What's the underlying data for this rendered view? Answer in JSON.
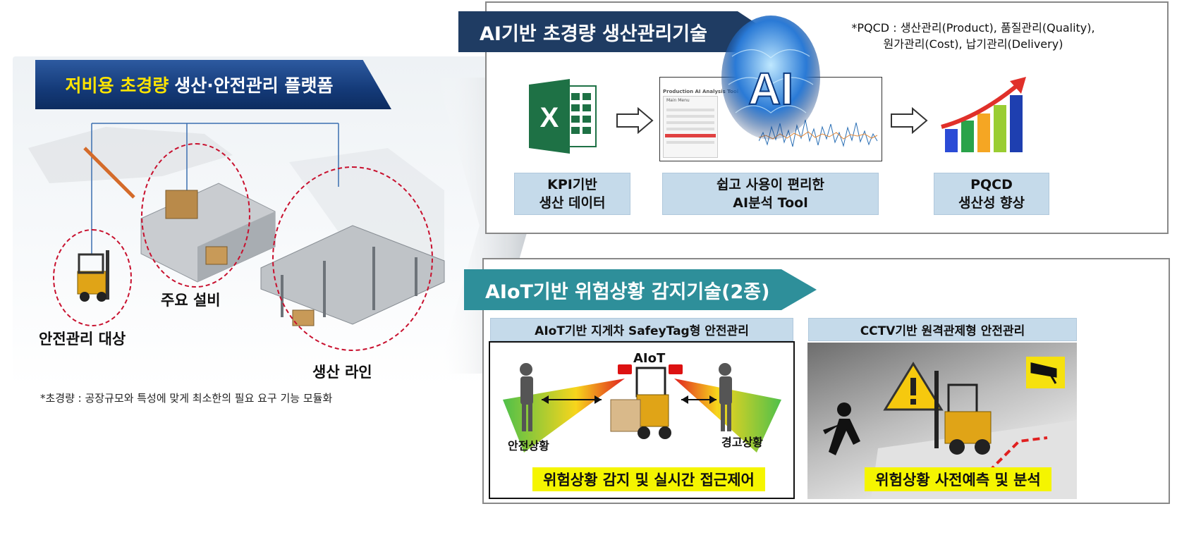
{
  "left": {
    "banner_highlight": "저비용 초경량",
    "banner_rest": "생산·안전관리 플랫폼",
    "label_safety_target": "안전관리 대상",
    "label_main_equipment": "주요 설비",
    "label_production_line": "생산 라인",
    "footnote": "*초경량 : 공장규모와 특성에 맞게 최소한의 필요 요구 기능 모듈화"
  },
  "top": {
    "title": "AI기반 초경량 생산관리기술",
    "note_line1": "*PQCD : 생산관리(Product), 품질관리(Quality),",
    "note_line2": "원가관리(Cost), 납기관리(Delivery)",
    "excel_letter": "X",
    "ai_letters": "AI",
    "tool_window_title": "Production AI Analysis Tool",
    "tool_menu_title": "Main Menu",
    "caption1_line1": "KPI기반",
    "caption1_line2": "생산 데이터",
    "caption2_line1": "쉽고 사용이 편리한",
    "caption2_line2": "AI분석 Tool",
    "caption3_line1": "PQCD",
    "caption3_line2": "생산성 향상"
  },
  "bottom": {
    "title": "AIoT기반 위험상황 감지기술(2종)",
    "left_head": "AIoT기반 지게차 SafeyTag형 안전관리",
    "right_head": "CCTV기반 원격관제형 안전관리",
    "aiot_label": "AIoT",
    "safe_label": "안전상황",
    "warn_label": "경고상황",
    "left_strip": "위험상황 감지 및 실시간 접근제어",
    "right_strip": "위험상황 사전예측 및 분석"
  },
  "colors": {
    "navy": "#1f3c63",
    "teal": "#2e8f9a",
    "caption_bg": "#c5daea",
    "highlight_yellow": "#f5f500",
    "ring_red": "#c8102e"
  }
}
